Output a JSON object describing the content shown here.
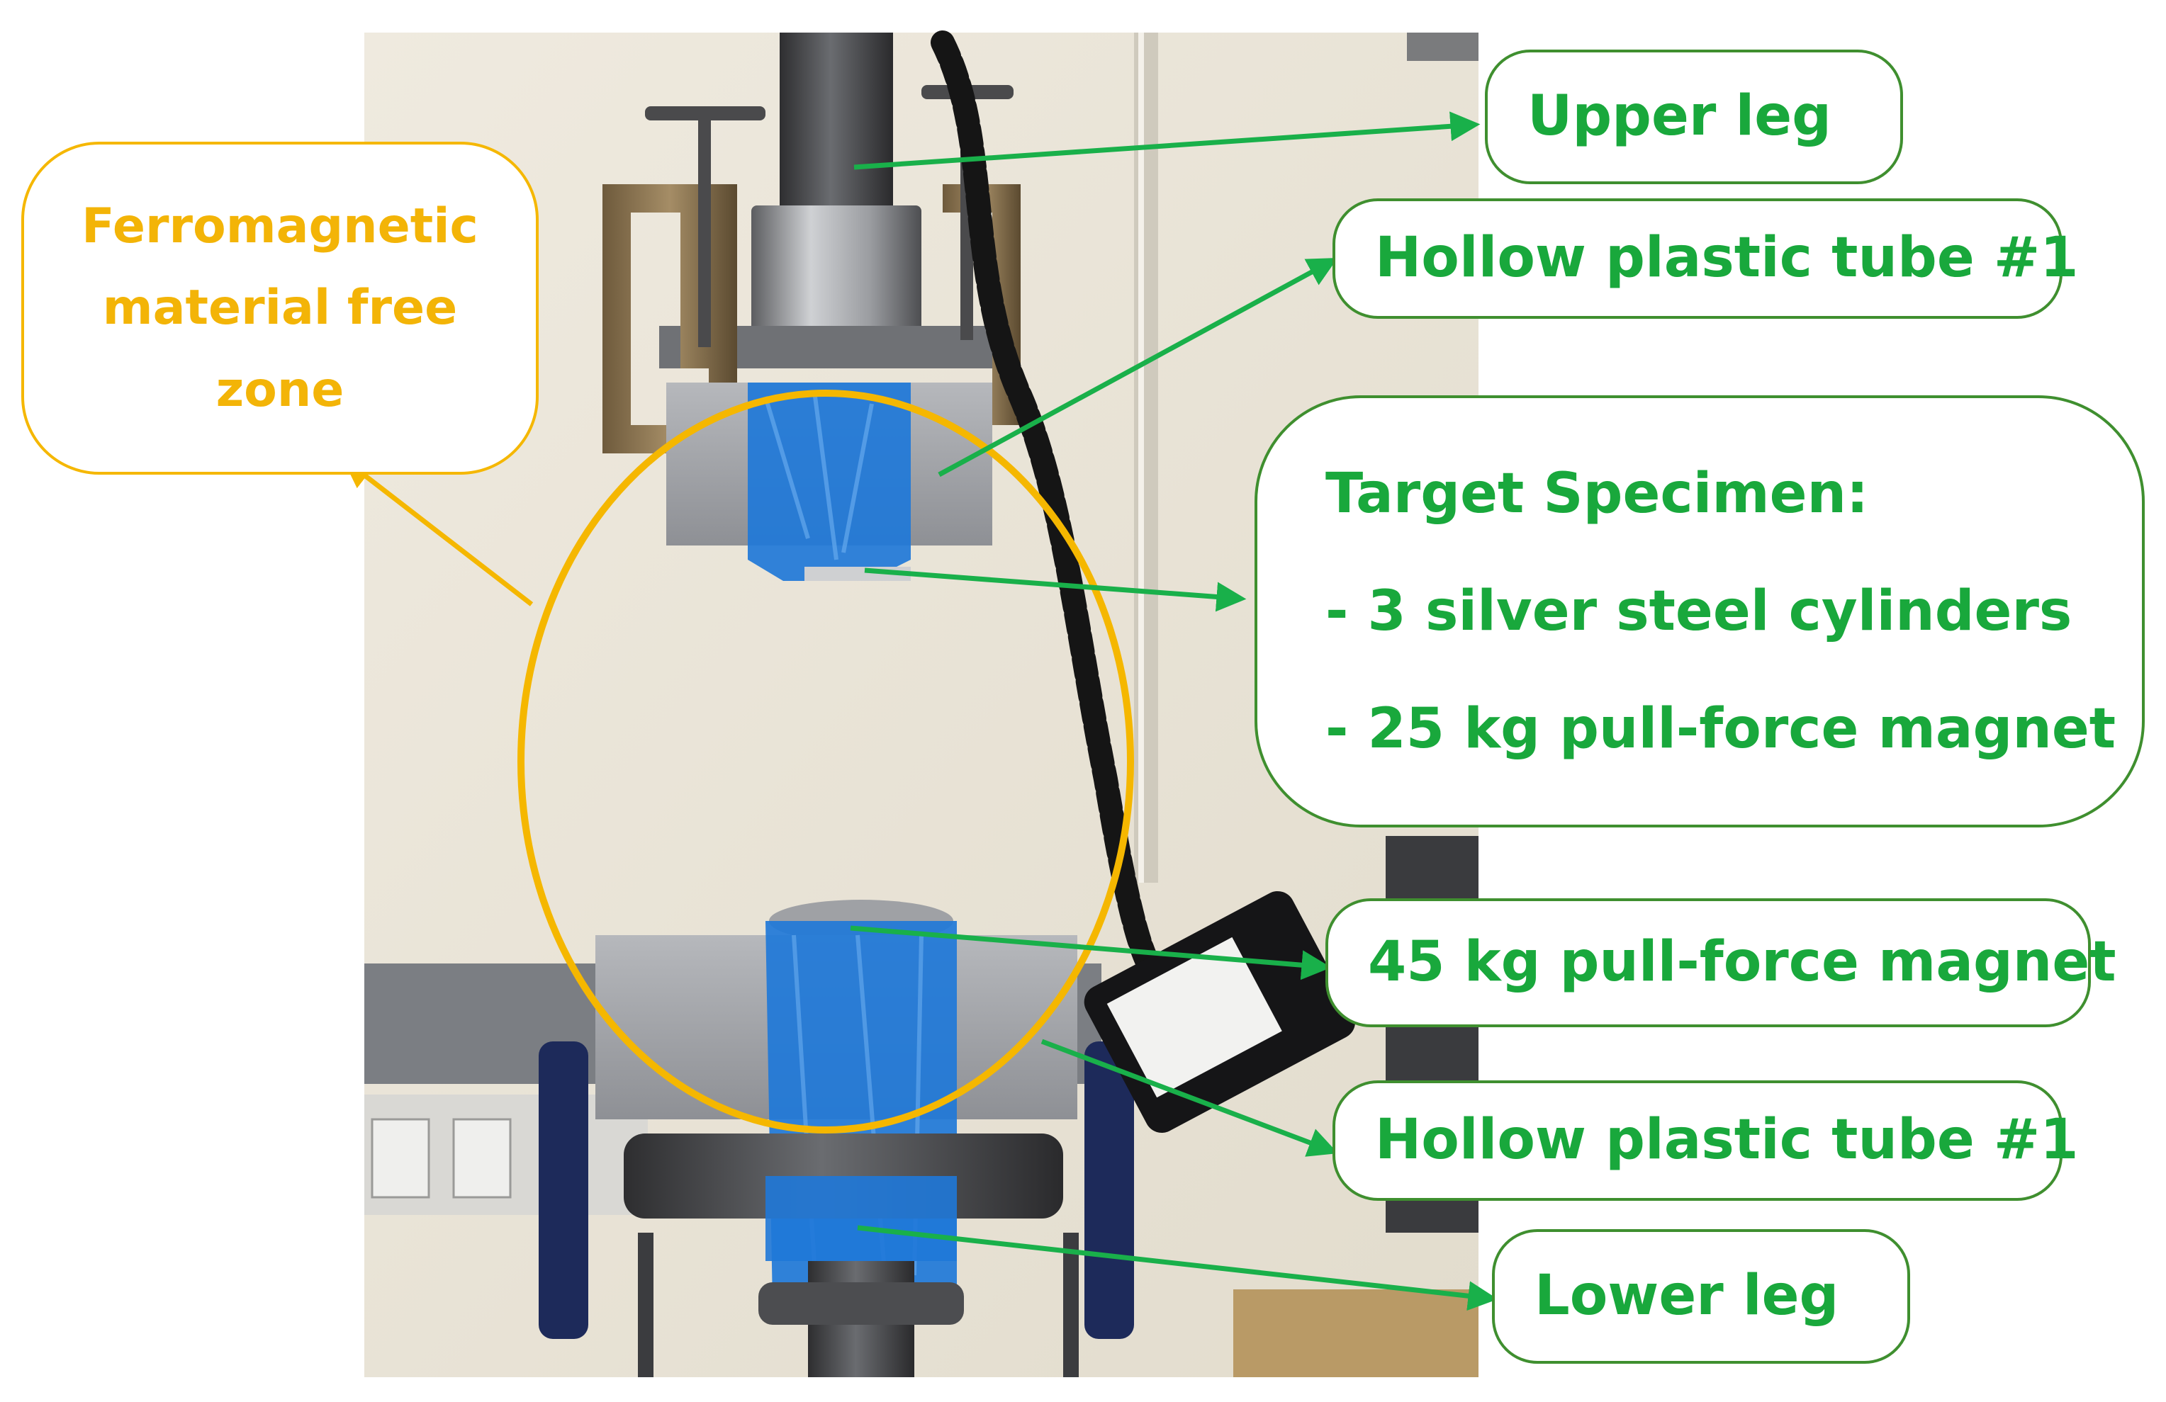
{
  "colors": {
    "label_green": "#19a83c",
    "arrow_green": "#19b04a",
    "box_border_green": "#3f8f2f",
    "zone_orange": "#f5b700",
    "specimen_blue": "#1f78d8",
    "wall": "#ebe6da"
  },
  "labels": {
    "upper_leg": "Upper leg",
    "hollow_tube_top": "Hollow plastic tube #1",
    "target_specimen_title": "Target Specimen:",
    "target_specimen_line1": "- 3 silver steel cylinders",
    "target_specimen_line2": "- 25 kg pull-force magnet",
    "magnet_45kg": "45 kg pull-force magnet",
    "hollow_tube_bottom": "Hollow plastic tube #1",
    "lower_leg": "Lower leg",
    "zone_line1": "Ferromagnetic",
    "zone_line2": "material free",
    "zone_line3": "zone"
  }
}
